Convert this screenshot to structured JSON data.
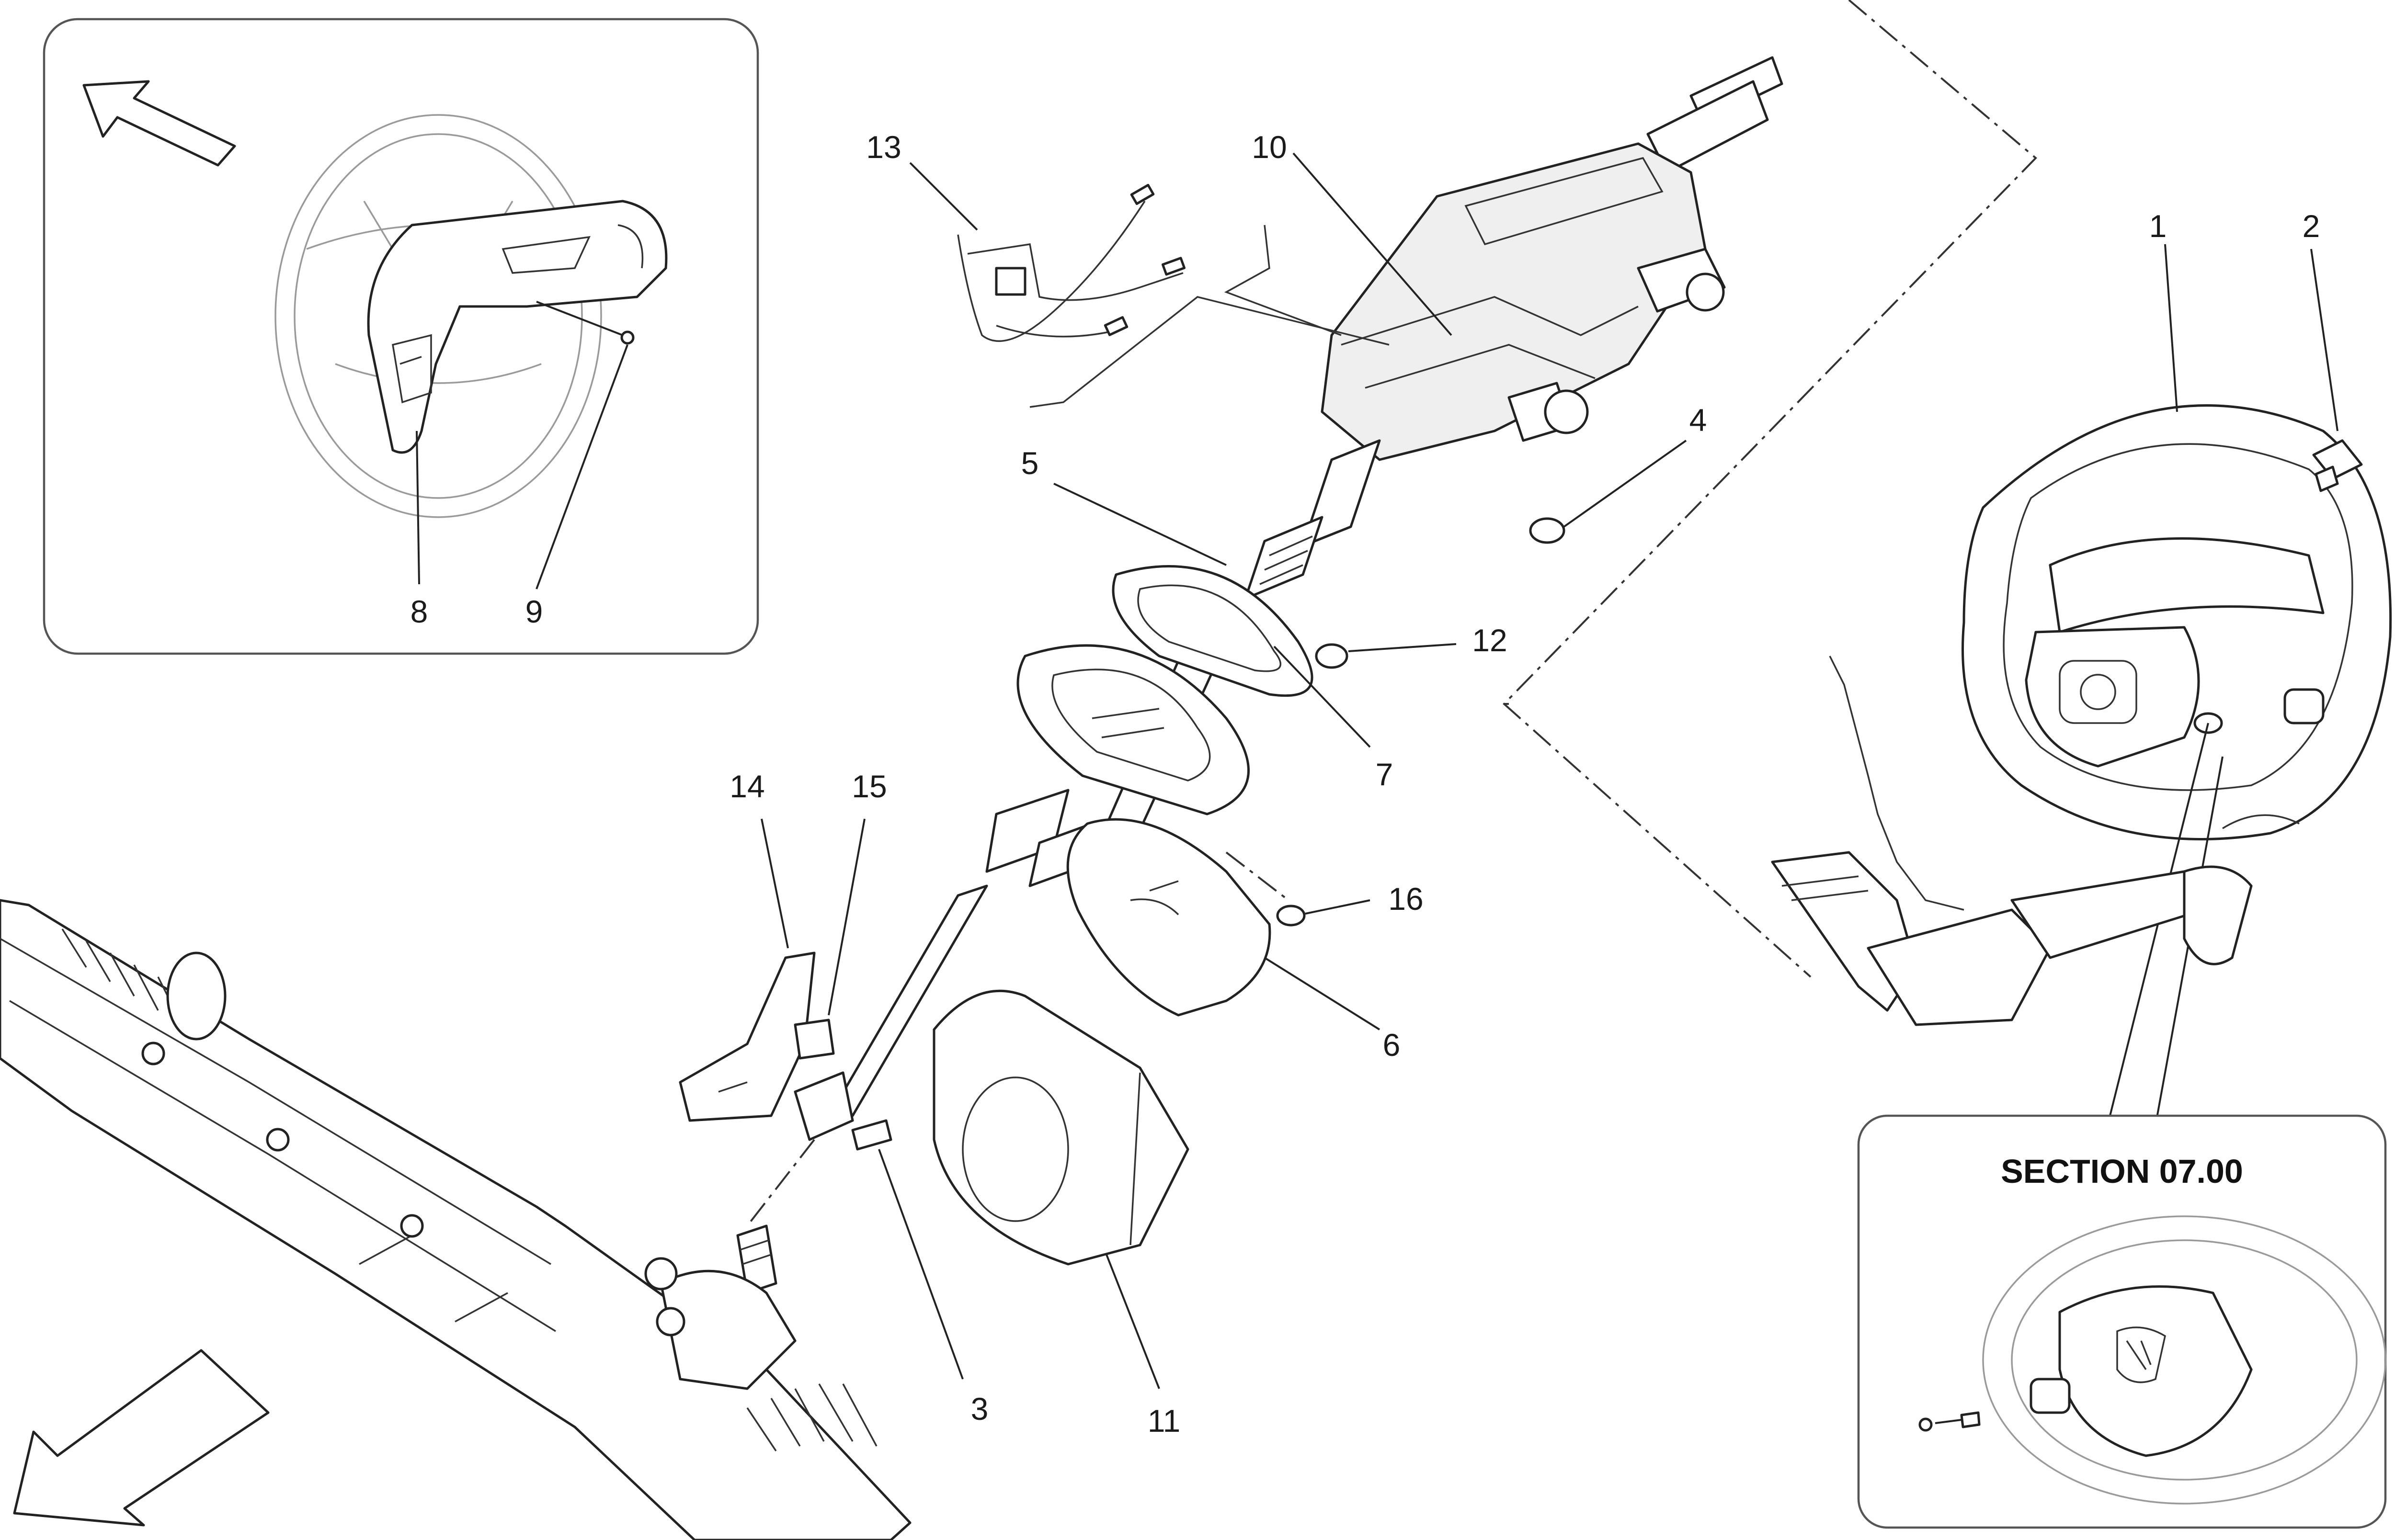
{
  "diagram": {
    "callouts": [
      "1",
      "2",
      "3",
      "4",
      "5",
      "6",
      "7",
      "8",
      "9",
      "10",
      "11",
      "12",
      "13",
      "14",
      "15",
      "16"
    ],
    "inset_callouts": [
      "8",
      "9"
    ],
    "section_reference": "SECTION 07.00"
  }
}
